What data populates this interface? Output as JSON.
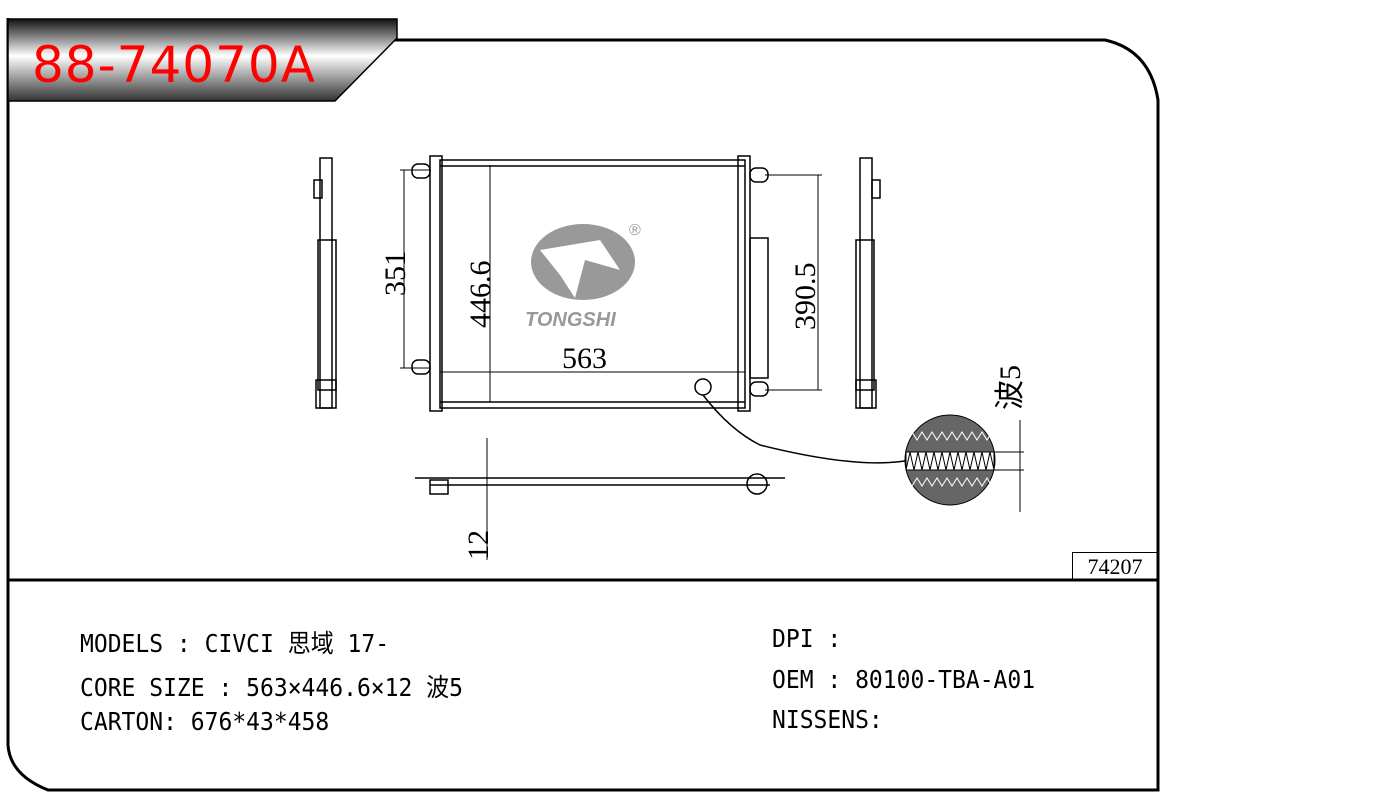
{
  "header": {
    "part_number": "88-74070A"
  },
  "drawing": {
    "logo_text": "TONGSHI",
    "registered_mark": "®",
    "dimensions": {
      "height_left": "351",
      "core_height": "446.6",
      "core_width": "563",
      "height_right": "390.5",
      "thickness": "12",
      "fin_wave": "波5"
    },
    "drawing_code": "74207"
  },
  "info": {
    "models": "MODELS : CIVCI 思域 17-",
    "core_size": "CORE SIZE : 563×446.6×12 波5",
    "carton": "CARTON: 676*43*458",
    "dpi": "DPI :",
    "oem": "OEM : 80100-TBA-A01",
    "nissens": "NISSENS:"
  },
  "colors": {
    "title": "#ff0000"
  }
}
